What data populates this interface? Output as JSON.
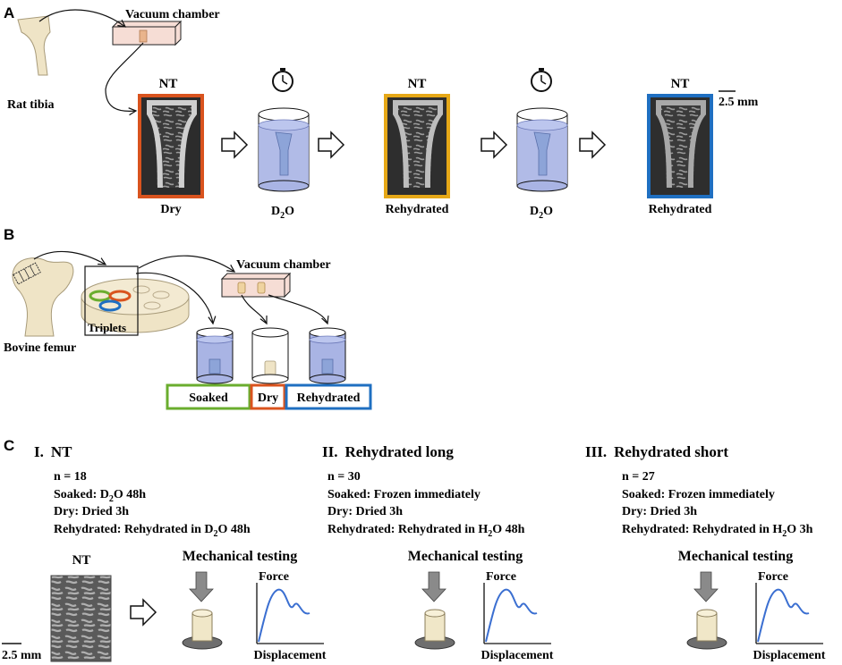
{
  "panel_a": {
    "letter": "A",
    "vacuum_label": "Vacuum chamber",
    "specimen_label": "Rat tibia",
    "scale_label": "2.5 mm",
    "frames": [
      {
        "top": "NT",
        "bottom": "Dry",
        "border_color": "#d9531e"
      },
      {
        "top": "NT",
        "bottom": "Rehydrated",
        "border_color": "#e6a817"
      },
      {
        "top": "NT",
        "bottom": "Rehydrated",
        "border_color": "#1f6fc1"
      }
    ],
    "beaker_label_main": "D",
    "beaker_label_sub": "2",
    "beaker_label_tail": "O"
  },
  "panel_b": {
    "letter": "B",
    "specimen_label": "Bovine femur",
    "triplets_label": "Triplets",
    "vacuum_label": "Vacuum chamber",
    "boxes": [
      {
        "label": "Soaked",
        "color": "#6aad2e"
      },
      {
        "label": "Dry",
        "color": "#d9531e"
      },
      {
        "label": "Rehydrated",
        "color": "#1f6fc1"
      }
    ]
  },
  "panel_c": {
    "letter": "C",
    "groups": [
      {
        "numeral": "I.",
        "title": "NT",
        "n": "n = 18",
        "soaked_pre": "Soaked: D",
        "soaked_sub": "2",
        "soaked_post": "O 48h",
        "dry": "Dry: Dried 3h",
        "rehyd_pre": "Rehydrated: Rehydrated in D",
        "rehyd_sub": "2",
        "rehyd_post": "O 48h"
      },
      {
        "numeral": "II.",
        "title": "Rehydrated long",
        "n": "n = 30",
        "soaked_pre": "Soaked: Frozen immediately",
        "soaked_sub": "",
        "soaked_post": "",
        "dry": "Dry: Dried 3h",
        "rehyd_pre": "Rehydrated: Rehydrated in H",
        "rehyd_sub": "2",
        "rehyd_post": "O 48h"
      },
      {
        "numeral": "III.",
        "title": "Rehydrated short",
        "n": "n = 27",
        "soaked_pre": "Soaked: Frozen immediately",
        "soaked_sub": "",
        "soaked_post": "",
        "dry": "Dry: Dried 3h",
        "rehyd_pre": "Rehydrated: Rehydrated in H",
        "rehyd_sub": "2",
        "rehyd_post": "O 3h"
      }
    ],
    "nt_label": "NT",
    "scale_label": "2.5 mm",
    "mech_title": "Mechanical testing",
    "force_label": "Force",
    "disp_label": "Displacement",
    "curve_color": "#3b6fd1"
  }
}
